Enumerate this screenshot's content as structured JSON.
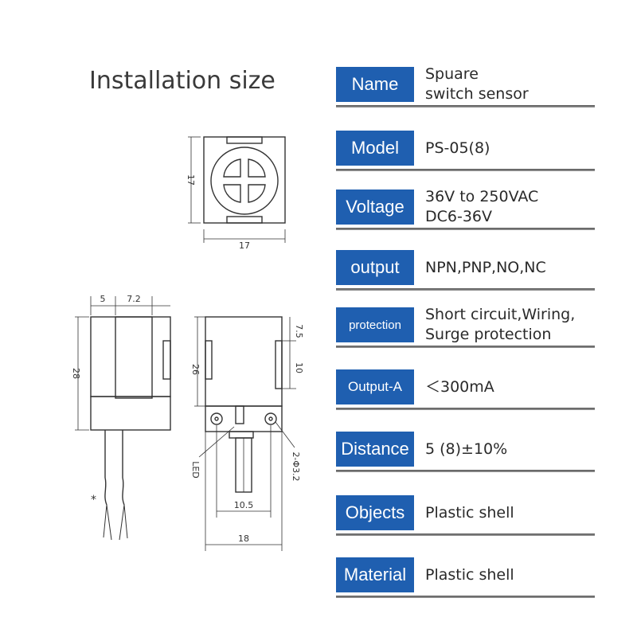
{
  "title": "Installation size",
  "dimensions": {
    "top_height": "17",
    "top_width": "17",
    "side_a": "5",
    "side_b": "7.2",
    "side_height": "28",
    "front_height": "26",
    "front_top": "7.5",
    "front_right": "10",
    "hole_spacing": "10.5",
    "bottom_width": "18",
    "led": "LED",
    "holes": "2-Φ3.2",
    "asterisk": "*"
  },
  "specs": [
    {
      "label": "Name",
      "value_lines": [
        "Spuare",
        "switch sensor"
      ]
    },
    {
      "label": "Model",
      "value_lines": [
        "PS-05(8)"
      ]
    },
    {
      "label": "Voltage",
      "value_lines": [
        "36V to 250VAC",
        "DC6-36V"
      ]
    },
    {
      "label": "output",
      "value_lines": [
        "NPN,PNP,NO,NC"
      ]
    },
    {
      "label": "protection",
      "value_lines": [
        "Short circuit,Wiring,",
        "Surge protection"
      ]
    },
    {
      "label": "Output-A",
      "value_lines": [
        "＜300mA"
      ]
    },
    {
      "label": "Distance",
      "value_lines": [
        "5 (8)±10%"
      ]
    },
    {
      "label": "Objects",
      "value_lines": [
        "Plastic shell"
      ]
    },
    {
      "label": "Material",
      "value_lines": [
        "Plastic shell"
      ]
    }
  ],
  "colors": {
    "label_bg": "#1f5fb0",
    "label_text": "#ffffff"
  }
}
